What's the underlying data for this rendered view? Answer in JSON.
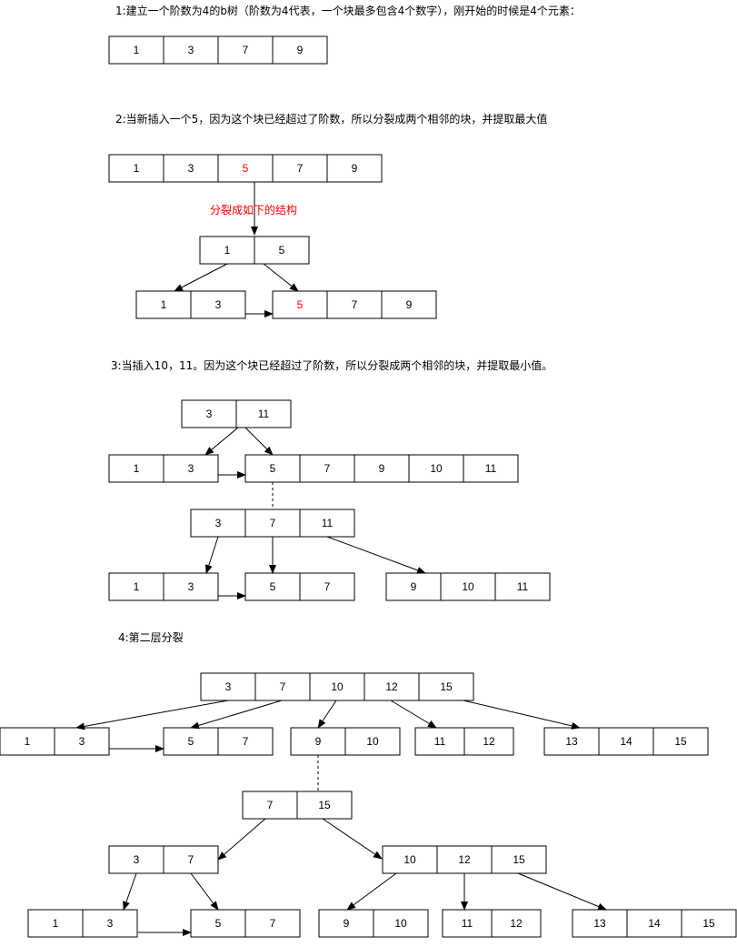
{
  "steps": {
    "s1": {
      "heading": "1:建立一个阶数为4的b树（阶数为4代表，一个块最多包含4个数字），刚开始的时候是4个元素：",
      "initial": [
        "1",
        "3",
        "7",
        "9"
      ]
    },
    "s2": {
      "heading": "2:当新插入一个5，因为这个块已经超过了阶数，所以分裂成两个相邻的块，并提取最大值",
      "overflow": [
        "1",
        "3",
        "5",
        "7",
        "9"
      ],
      "split_note": "分裂成如下的结构",
      "parent": [
        "1",
        "5"
      ],
      "left": [
        "1",
        "3"
      ],
      "right": [
        "5",
        "7",
        "9"
      ]
    },
    "s3": {
      "heading": "3:当插入10，11。因为这个块已经超过了阶数，所以分裂成两个相邻的块，并提取最小值。",
      "parent": [
        "3",
        "11"
      ],
      "left": [
        "1",
        "3"
      ],
      "right": [
        "5",
        "7",
        "9",
        "10",
        "11"
      ],
      "new_parent": [
        "3",
        "7",
        "11"
      ],
      "leaf_a": [
        "1",
        "3"
      ],
      "leaf_b": [
        "5",
        "7"
      ],
      "leaf_c": [
        "9",
        "10",
        "11"
      ]
    },
    "s4": {
      "heading": "4:第二层分裂",
      "root": [
        "3",
        "7",
        "10",
        "12",
        "15"
      ],
      "leaf_a": [
        "1",
        "3"
      ],
      "leaf_b": [
        "5",
        "7"
      ],
      "leaf_c": [
        "9",
        "10"
      ],
      "leaf_d": [
        "11",
        "12"
      ],
      "leaf_e": [
        "13",
        "14",
        "15"
      ],
      "top": [
        "7",
        "15"
      ],
      "mid_left": [
        "3",
        "7"
      ],
      "mid_right": [
        "10",
        "12",
        "15"
      ],
      "bottom_a": [
        "1",
        "3"
      ],
      "bottom_b": [
        "5",
        "7"
      ],
      "bottom_c": [
        "9",
        "10"
      ],
      "bottom_d": [
        "11",
        "12"
      ],
      "bottom_e": [
        "13",
        "14",
        "15"
      ]
    }
  },
  "colors": {
    "line": "#000000",
    "highlight": "#ff0000"
  }
}
